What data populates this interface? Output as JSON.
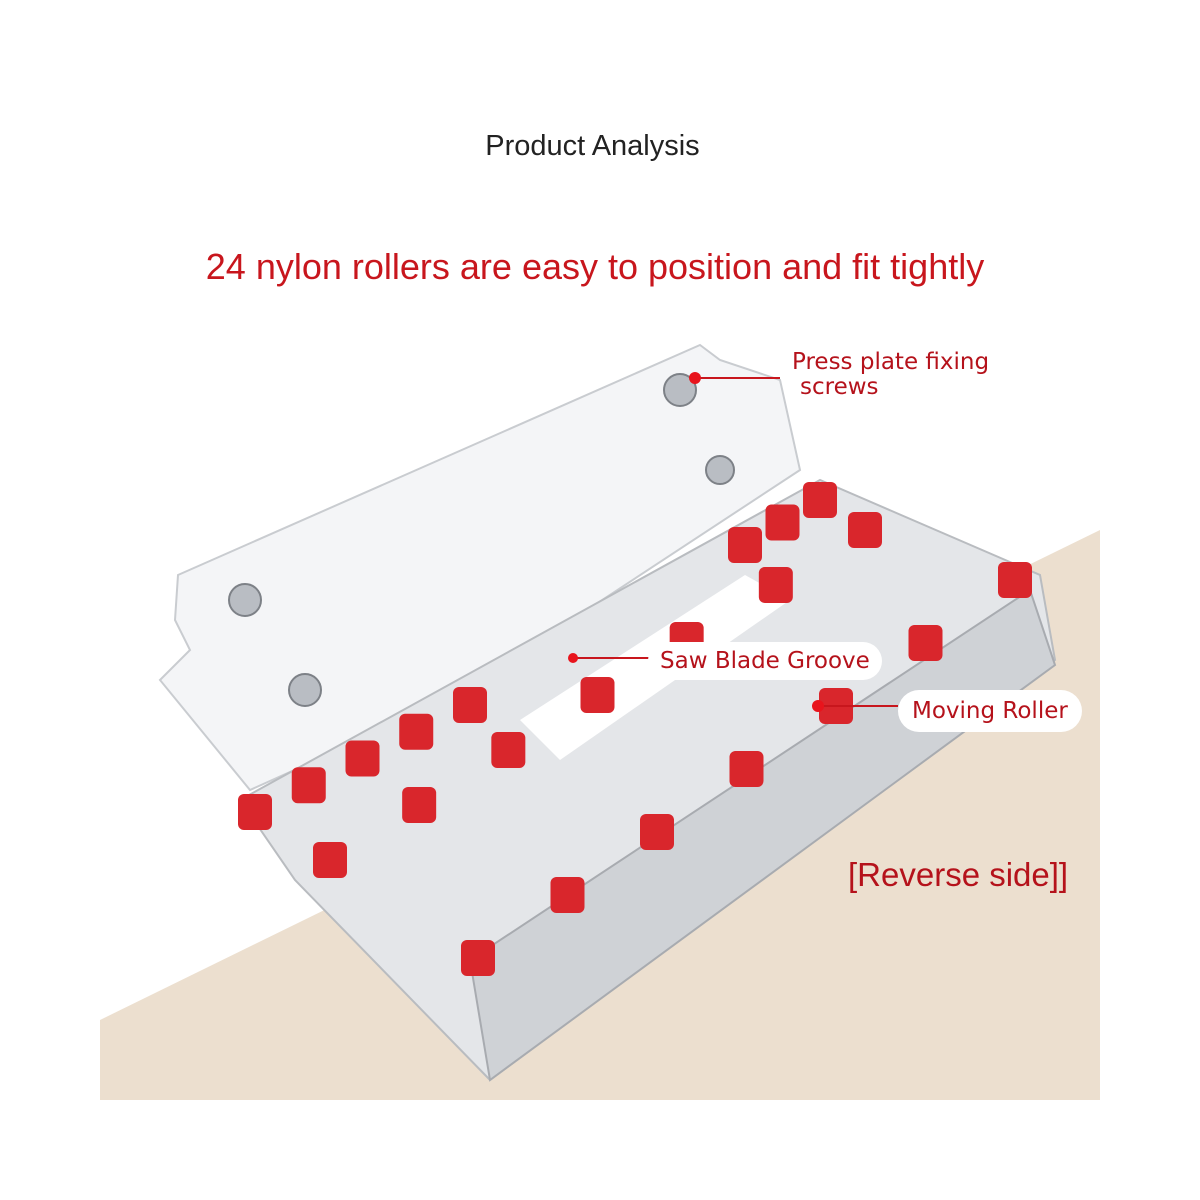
{
  "header": {
    "title": "Product Analysis",
    "headline": "24 nylon rollers are easy to position and fit tightly"
  },
  "callouts": {
    "press_plate_line1": "Press plate fixing",
    "press_plate_line2": "screws",
    "saw_blade_groove": "Saw Blade Groove",
    "moving_roller": "Moving Roller",
    "reverse_side": "[Reverse side]]"
  },
  "colors": {
    "accent_red": "#c8161d",
    "roller_red": "#d9262c",
    "background_beige": "#ecdfcf",
    "aluminum": "#d8dadd"
  }
}
